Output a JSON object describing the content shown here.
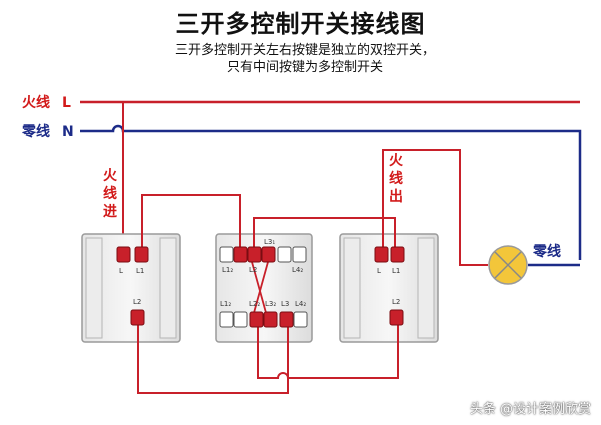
{
  "title": "三开多控制开关接线图",
  "subtitle": [
    "三开多控制开关左右按键是独立的双控开关，",
    "只有中间按键为多控制开关"
  ],
  "labels": {
    "live_line": "火线",
    "live_letter": "L",
    "neutral_line": "零线",
    "neutral_letter": "N",
    "live_in": [
      "火",
      "线",
      "进"
    ],
    "live_out": [
      "火",
      "线",
      "出"
    ],
    "lamp_neutral": "零线"
  },
  "terminals": {
    "left_top": [
      "L",
      "L1"
    ],
    "left_bottom": "L2",
    "mid_top": [
      "L1₂",
      "L2",
      "L3₁",
      "L4₂"
    ],
    "mid_bottom": [
      "L1₂",
      "L2₂",
      "L3₂",
      "L3",
      "L4₂"
    ],
    "right_top": [
      "L",
      "L1"
    ],
    "right_bottom": "L2"
  },
  "watermark": "头条 @设计案例欣赏",
  "colors": {
    "live": "#d21a1a",
    "neutral": "#1c2b88",
    "wire": "#c8202a",
    "lamp": "#f3c63a"
  }
}
